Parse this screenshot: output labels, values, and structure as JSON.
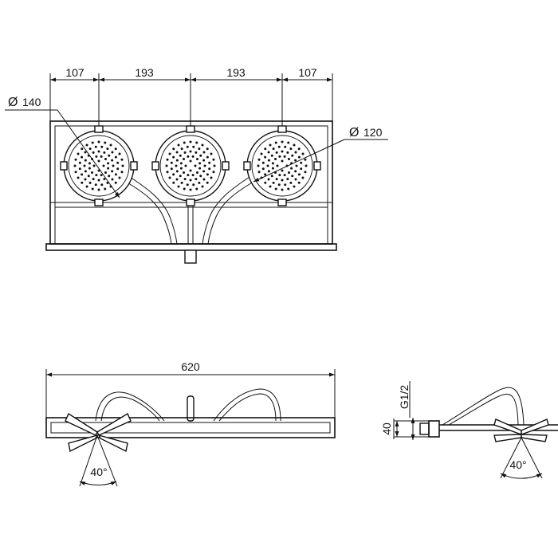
{
  "top_view": {
    "dims": [
      "107",
      "193",
      "193",
      "107"
    ],
    "dia_outer": "140",
    "dia_inner": "120",
    "dia_symbol": "Ø"
  },
  "front_view": {
    "overall": "620",
    "angle": "40°"
  },
  "side_view": {
    "thread": "G1/2",
    "height": "40",
    "angle": "40°"
  },
  "colors": {
    "line": "#111111",
    "background": "#ffffff"
  }
}
